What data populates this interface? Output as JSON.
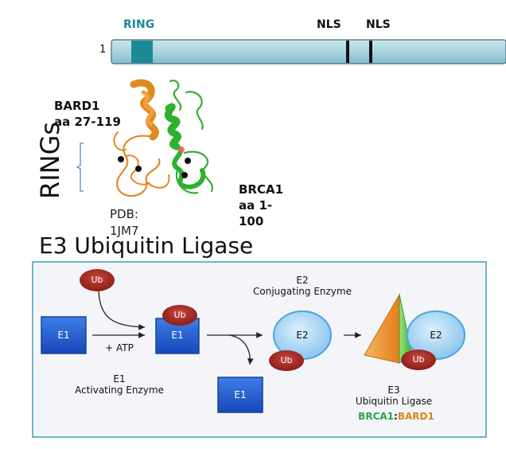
{
  "protein_bar": {
    "start": "1",
    "domains": [
      {
        "label": "RING"
      },
      {
        "label": "NLS"
      },
      {
        "label": "NLS"
      }
    ]
  },
  "structure": {
    "bard1_label_line1": "BARD1",
    "bard1_label_line2": "aa 27-119",
    "brca1_label_line1": "BRCA1",
    "brca1_label_line2": "aa 1-",
    "brca1_label_line3": "100",
    "pdb_line1": "PDB:",
    "pdb_line2": "1JM7",
    "rings_label": "RINGs"
  },
  "section_title": "E3 Ubiquitin Ligase",
  "diagram": {
    "ub": "Ub",
    "e1": "E1",
    "e2": "E2",
    "atp": "+ ATP",
    "e2_caption_line1": "E2",
    "e2_caption_line2": "Conjugating Enzyme",
    "e1_caption_line1": "E1",
    "e1_caption_line2": "Activating Enzyme",
    "e3_caption_line1": "E3",
    "e3_caption_line2": "Ubiquitin Ligase",
    "brca1": "BRCA1",
    "separator": ":",
    "bard1": "BARD1"
  },
  "colors": {
    "bar_fill": "#a9d4de",
    "ring_domain": "#1a8a94",
    "e1_blue": "#1f5fd6",
    "e2_blue": "#9fd0f2",
    "ub_red": "#a2261f",
    "cone_orange": "#f39a3a",
    "cone_green": "#67c94e",
    "brca1_green": "#2aa44a",
    "bard1_orange": "#d6891f"
  }
}
